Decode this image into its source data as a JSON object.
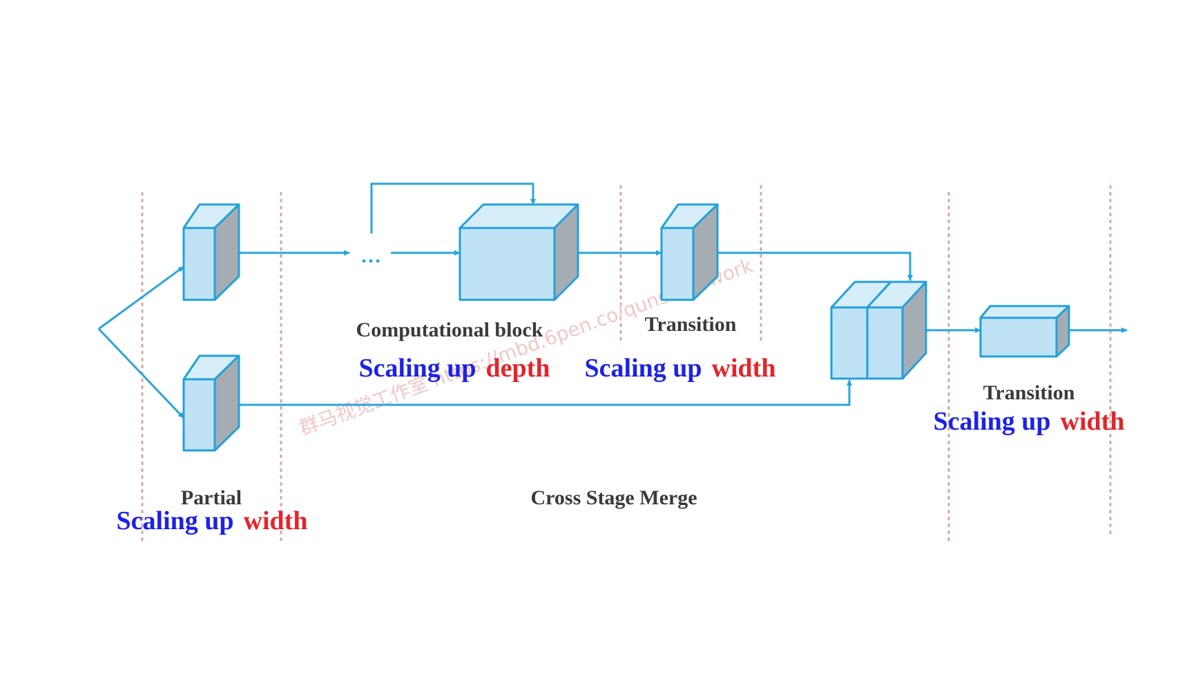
{
  "colors": {
    "arrow": "#2aa4dc",
    "box_front": "#bfe3f5",
    "box_top": "#d6eef9",
    "box_side": "#a6adb2",
    "box_stroke": "#22a0da",
    "divider": "#d9a7a7",
    "label": "#3a3a3a",
    "scaling_blue": "#1c22e6",
    "scaling_red": "#e6232a"
  },
  "labels": {
    "computational_block": "Computational block",
    "transition_1": "Transition",
    "transition_2": "Transition",
    "partial": "Partial",
    "cross_stage_merge": "Cross Stage Merge",
    "ellipsis": "…"
  },
  "scaling": {
    "depth": {
      "prefix": "Scaling up",
      "keyword": "depth"
    },
    "width_transition": {
      "prefix": "Scaling up",
      "keyword": "width"
    },
    "width_partial": {
      "prefix": "Scaling up",
      "keyword": "width"
    },
    "width_final": {
      "prefix": "Scaling up",
      "keyword": "width"
    }
  },
  "watermark": "群马视觉工作室 https://mbd.6pen.co/qunshan/work"
}
